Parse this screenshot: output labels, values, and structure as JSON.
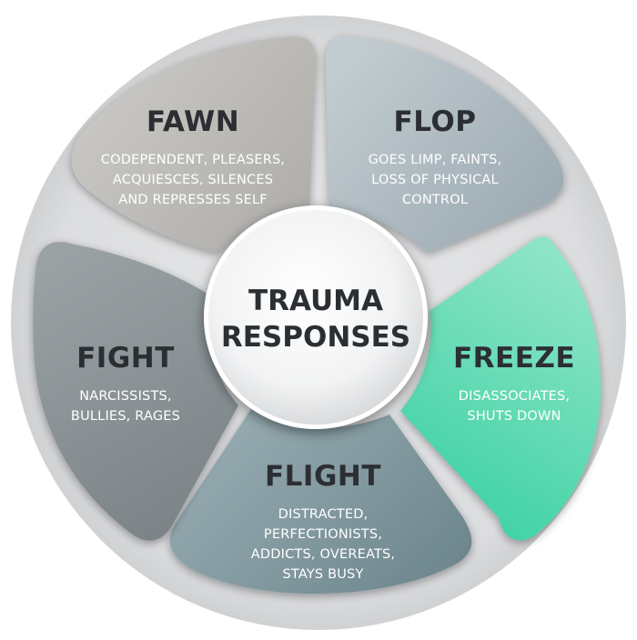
{
  "center": {
    "lines": [
      "TRAUMA",
      "RESPONSES"
    ]
  },
  "segments": [
    {
      "id": "fawn",
      "title": "FAWN",
      "desc": [
        "CODEPENDENT, PLEASERS,",
        "ACQUIESCES, SILENCES",
        "AND REPRESSES SELF"
      ],
      "color_light": "#cfcdca",
      "color_dark": "#aeaca9"
    },
    {
      "id": "flop",
      "title": "FLOP",
      "desc": [
        "GOES LIMP, FAINTS,",
        "LOSS OF PHYSICAL",
        "CONTROL"
      ],
      "color_light": "#c2ccd1",
      "color_dark": "#9aa8b0"
    },
    {
      "id": "freeze",
      "title": "FREEZE",
      "desc": [
        "DISASSOCIATES,",
        "SHUTS DOWN"
      ],
      "color_light": "#8ee4c7",
      "color_dark": "#3fd2a4"
    },
    {
      "id": "flight",
      "title": "FLIGHT",
      "desc": [
        "DISTRACTED,",
        "PERFECTIONISTS,",
        "ADDICTS, OVEREATS,",
        "STAYS BUSY"
      ],
      "color_light": "#93a8ae",
      "color_dark": "#6e878e"
    },
    {
      "id": "fight",
      "title": "FIGHT",
      "desc": [
        "NARCISSISTS,",
        "BULLIES, RAGES"
      ],
      "color_light": "#9aa2a5",
      "color_dark": "#7a8286"
    }
  ]
}
